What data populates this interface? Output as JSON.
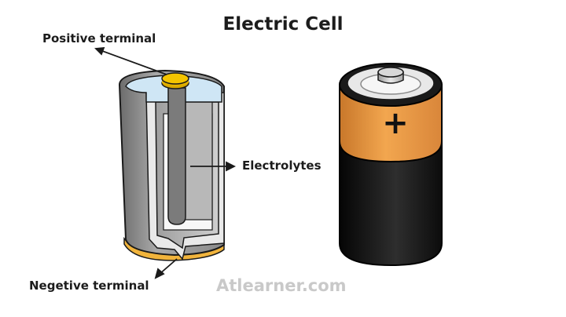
{
  "title": "Electric Cell",
  "labels": {
    "positive_terminal": "Positive terminal",
    "electrolytes": "Electrolytes",
    "negative_terminal": "Negetive terminal"
  },
  "watermark": "Atlearner.com",
  "battery": {
    "symbol": "+",
    "top_color": "#f0a04c",
    "body_color": "#1a1a1a"
  },
  "colors": {
    "electrolyte": "#cfe6f5",
    "positive_cap": "#f4c400",
    "negative_base": "#f1b43c",
    "rod": "#7b7b7b",
    "casing": "#9b9b9b"
  }
}
